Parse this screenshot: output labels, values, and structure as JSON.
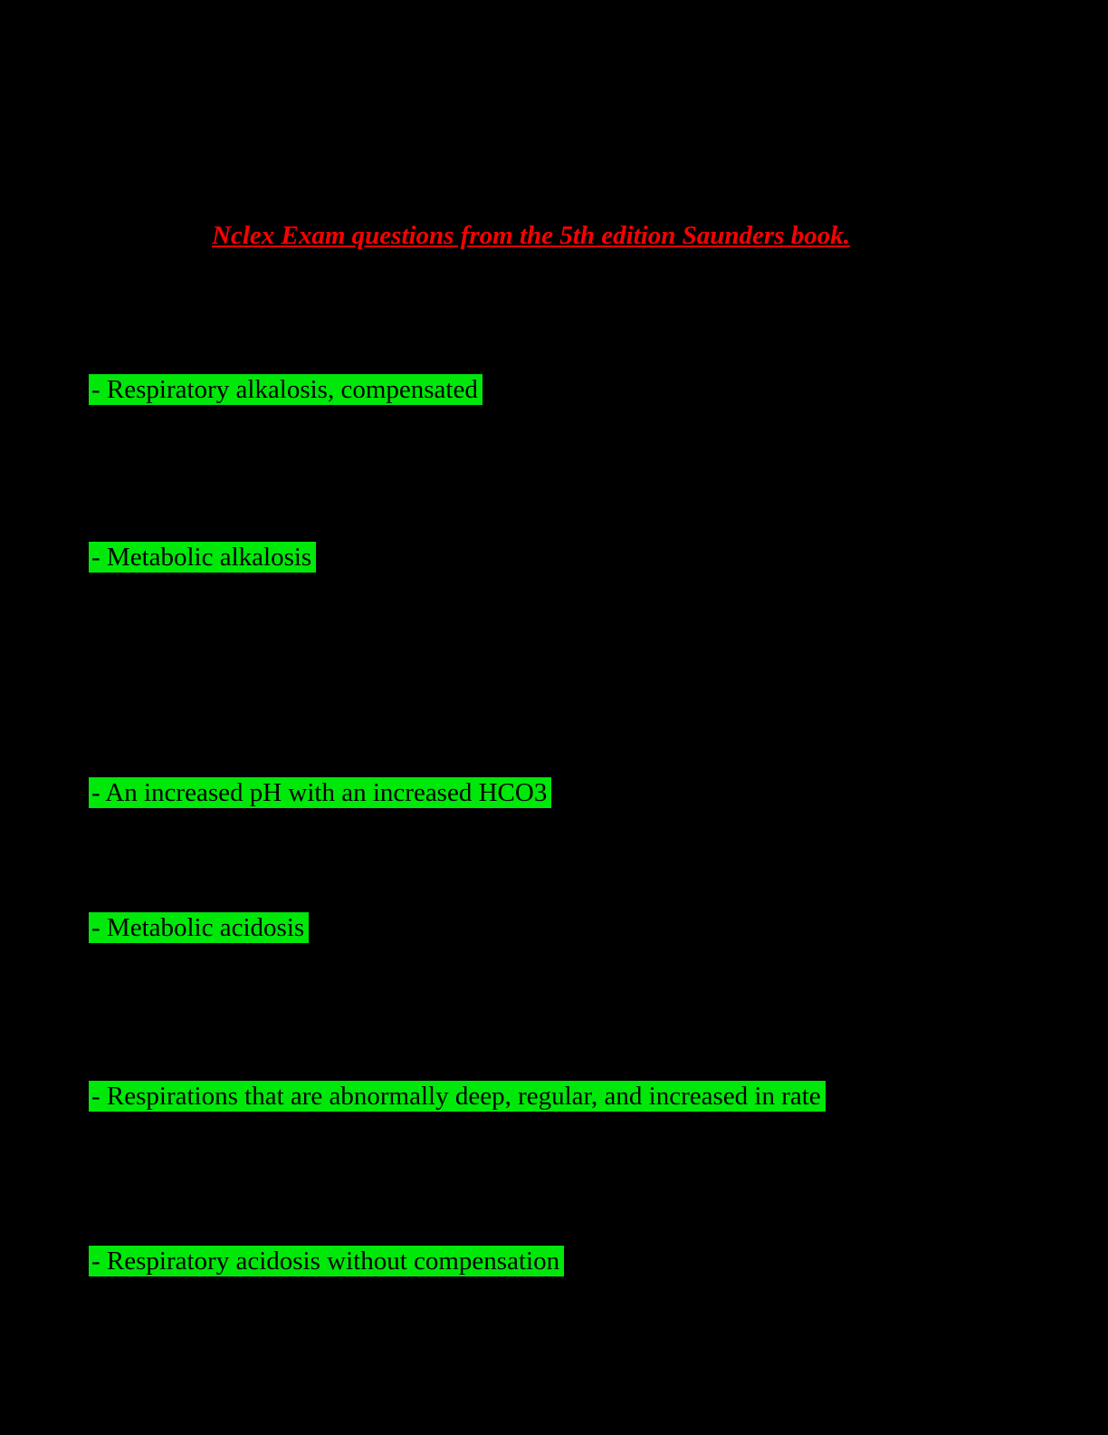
{
  "page": {
    "background_color": "#000000",
    "text_color": "#000000"
  },
  "title": {
    "text": "Nclex Exam questions from the 5th edition Saunders book.",
    "color": "#ff0000",
    "style": "bold italic underline"
  },
  "highlight": {
    "color": "#00e80a"
  },
  "answers": [
    {
      "text": "- Respiratory alkalosis, compensated"
    },
    {
      "text": "- Metabolic alkalosis"
    },
    {
      "text": "- An increased pH with an increased HCO3"
    },
    {
      "text": "- Metabolic acidosis"
    },
    {
      "text": "- Respirations that are abnormally deep, regular, and increased in rate"
    },
    {
      "text": "- Respiratory acidosis without compensation"
    }
  ]
}
